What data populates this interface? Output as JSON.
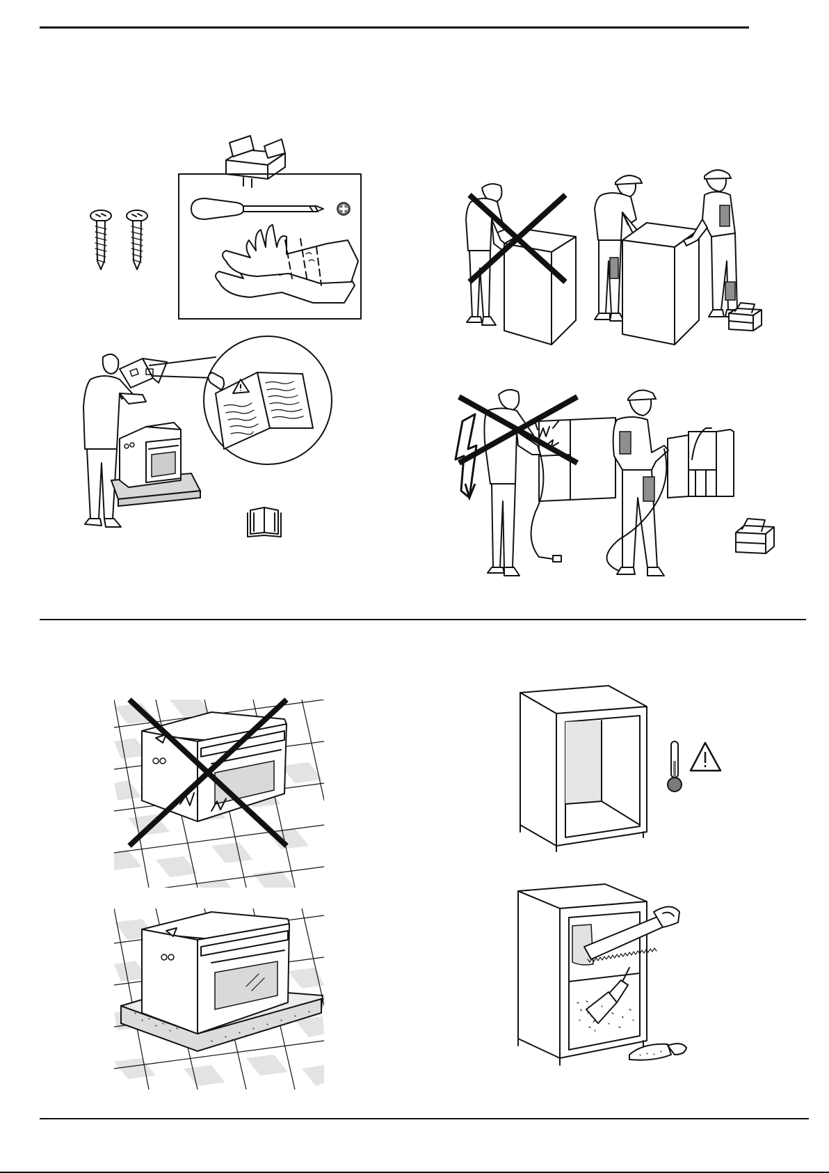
{
  "page": {
    "rules": [
      "top-rule",
      "middle-rule",
      "bottom-rule"
    ],
    "sections": [
      {
        "name": "preparation",
        "panels": [
          {
            "name": "screws-and-tools",
            "icons": [
              "screw-icon",
              "toolbox-icon",
              "screwdriver-icon",
              "phillips-head-icon",
              "gloves-icon"
            ]
          },
          {
            "name": "read-manual",
            "icons": [
              "warning-triangle-icon",
              "manual-book-icon"
            ]
          },
          {
            "name": "two-person-lift",
            "icons": [
              "prohibited-cross-icon",
              "toolbox-icon"
            ]
          },
          {
            "name": "qualified-electrician",
            "icons": [
              "lightning-bolt-icon",
              "prohibited-cross-icon",
              "toolbox-icon"
            ]
          }
        ]
      },
      {
        "name": "placement",
        "panels": [
          {
            "name": "do-not-place-on-floor",
            "icons": [
              "prohibited-cross-icon"
            ]
          },
          {
            "name": "place-on-packaging-base",
            "icons": []
          },
          {
            "name": "cabinet-heat-resistance",
            "icons": [
              "thermometer-icon",
              "warning-triangle-icon"
            ]
          },
          {
            "name": "cut-and-clean-cabinet",
            "icons": [
              "saw-icon",
              "brush-icon",
              "dustpan-icon"
            ]
          }
        ]
      }
    ]
  },
  "colors": {
    "line": "#111111",
    "shade": "#8f8f8f",
    "light": "#e3e3e3",
    "paper": "#ffffff"
  }
}
